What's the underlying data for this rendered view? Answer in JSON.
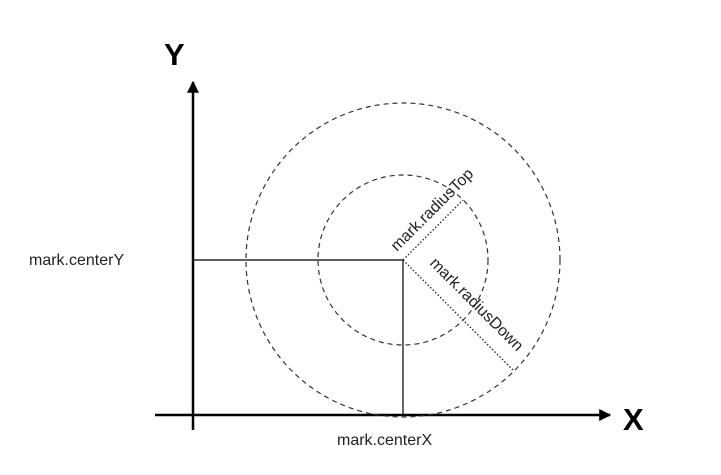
{
  "diagram": {
    "axes": {
      "x_label": "X",
      "y_label": "Y"
    },
    "labels": {
      "center_x": "mark.centerX",
      "center_y": "mark.centerY",
      "radius_top": "mark.radiusTop",
      "radius_down": "mark.radiusDown"
    },
    "colors": {
      "ink": "#000000",
      "text": "#222222",
      "dashed": "#333333"
    }
  }
}
